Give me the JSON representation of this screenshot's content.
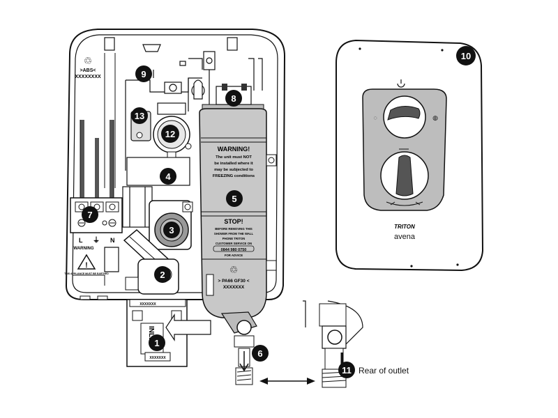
{
  "callouts": {
    "c1": "1",
    "c2": "2",
    "c3": "3",
    "c4": "4",
    "c5": "5",
    "c6": "6",
    "c7": "7",
    "c8": "8",
    "c9": "9",
    "c10": "10",
    "c11": "11",
    "c12": "12",
    "c13": "13"
  },
  "rear_outlet_label": "Rear of outlet",
  "recycle_top": {
    "material": ">ABS<",
    "code": "XXXXXXXX"
  },
  "recycle_tank": {
    "material": "> PA66 GF30 <",
    "code": "XXXXXXX"
  },
  "warning_panel": {
    "title": "WARNING!",
    "lines": [
      "The unit must NOT",
      "be installed where it",
      "may be subjected to",
      "FREEZING conditions"
    ]
  },
  "stop_panel": {
    "title": "STOP!",
    "lines": [
      "BEFORE REMOVING THIS",
      "SHOWER FROM THE WALL",
      "PHONE TRITON",
      "CUSTOMER SERVICE ON",
      "0844 980 0750",
      "FOR ADVICE"
    ]
  },
  "terminal": {
    "l": "L",
    "earth": "⏚",
    "n": "N",
    "warning": "WARNING",
    "small_text": "THIS APPLIANCE MUST BE EARTHED"
  },
  "inlet_label": "INLET",
  "inlet_code": "XXXXXXX",
  "valve_code": "XXXXXXX",
  "brand": {
    "name": "TRITON",
    "model": "avena"
  },
  "power_icon": "power-icon",
  "colors": {
    "callout": "#111111",
    "tank": "#c8c8c8",
    "body": "#ffffff",
    "line": "#111111"
  }
}
